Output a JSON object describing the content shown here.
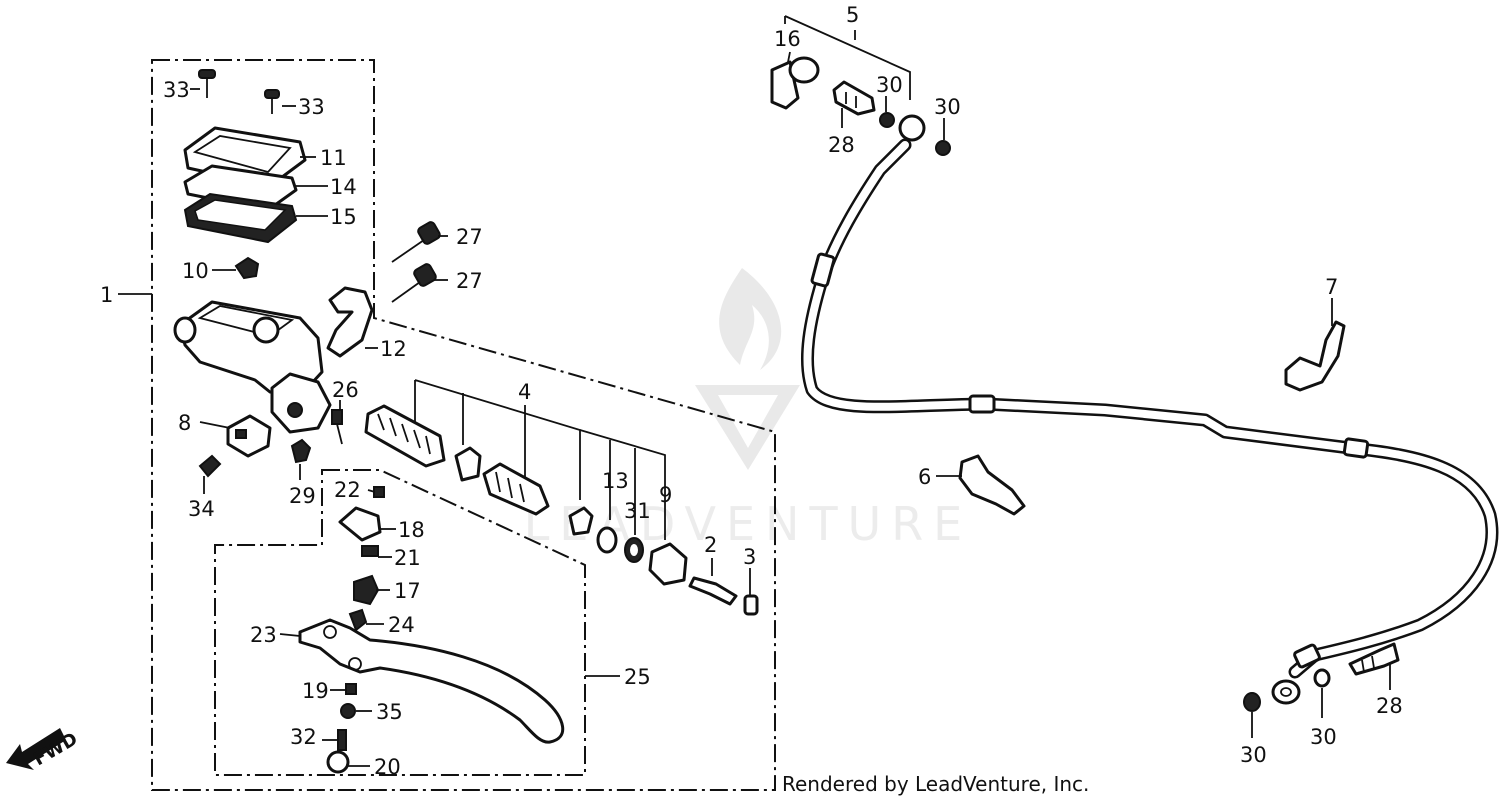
{
  "diagram": {
    "watermark": "LEADVENTURE",
    "credit": "Rendered by LeadVenture, Inc.",
    "fwd_label": "FWD",
    "callouts": {
      "p1": "1",
      "p2": "2",
      "p3": "3",
      "p4": "4",
      "p5": "5",
      "p6": "6",
      "p7": "7",
      "p8": "8",
      "p9": "9",
      "p10": "10",
      "p11": "11",
      "p12": "12",
      "p13": "13",
      "p14": "14",
      "p15": "15",
      "p16": "16",
      "p17": "17",
      "p18": "18",
      "p19": "19",
      "p20": "20",
      "p21": "21",
      "p22": "22",
      "p23": "23",
      "p24": "24",
      "p25": "25",
      "p26": "26",
      "p27a": "27",
      "p27b": "27",
      "p28a": "28",
      "p28b": "28",
      "p29": "29",
      "p30a": "30",
      "p30b": "30",
      "p30c": "30",
      "p30d": "30",
      "p31": "31",
      "p32": "32",
      "p33a": "33",
      "p33b": "33",
      "p34": "34",
      "p35": "35"
    }
  }
}
